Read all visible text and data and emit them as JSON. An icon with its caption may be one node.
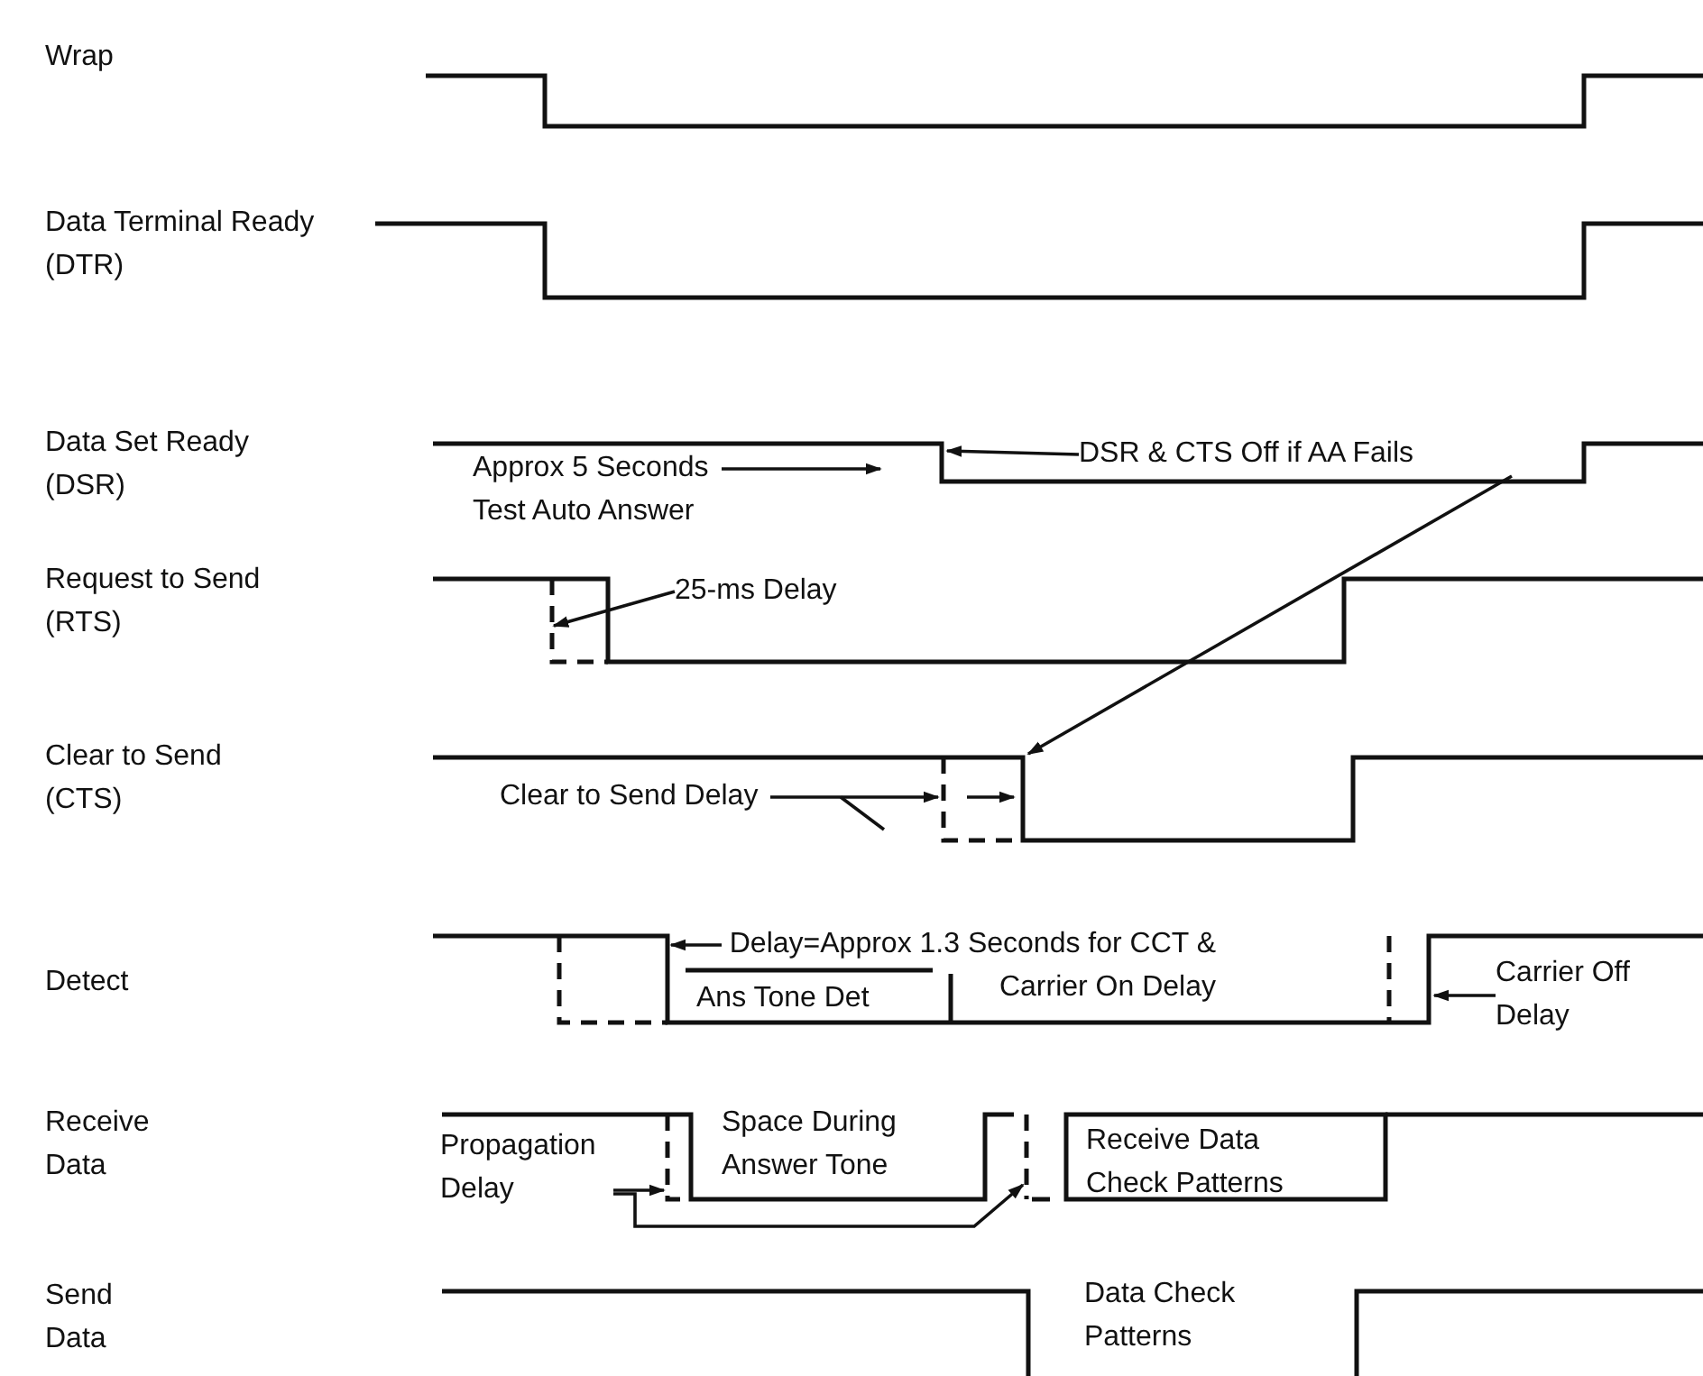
{
  "diagram": {
    "nodes": [
      {
        "text": [
          "Approx 5 Seconds Test Auto Answer"
        ]
      },
      {
        "text": [
          "DSR & CTS Off if AA Fails"
        ]
      },
      {
        "text": [
          "25-ms Delay"
        ]
      },
      {
        "text": [
          "Clear to Send Delay"
        ]
      },
      {
        "text": [
          "Delay=Approx 1.3 Seconds for CCT & Carrier On Delay"
        ]
      },
      {
        "text": [
          "Carrier Off Delay"
        ]
      },
      {
        "text": [
          "Propagation Delay"
        ]
      }
    ],
    "edges": [
      {
        "from": 0,
        "to": null,
        "arrow": "to"
      },
      {
        "from": 1,
        "to": null,
        "arrow": "to"
      },
      {
        "from": 1,
        "to": null,
        "arrow": "to"
      },
      {
        "from": 2,
        "to": null,
        "arrow": "to"
      },
      {
        "from": 3,
        "to": null,
        "arrow": "to"
      },
      {
        "from": 4,
        "to": null,
        "arrow": "to"
      },
      {
        "from": 5,
        "to": null,
        "arrow": "to"
      },
      {
        "from": 6,
        "to": null,
        "arrow": "to"
      },
      {
        "from": 6,
        "to": null,
        "arrow": "to"
      }
    ],
    "labels": [
      "Wrap",
      "Data Terminal Ready (DTR)",
      "Data Set Ready (DSR)",
      "Request to Send (RTS)",
      "Clear to Send (CTS)",
      "Detect",
      "Ans Tone Det",
      "Receive Data",
      "Space During Answer Tone",
      "Receive Data Check Patterns",
      "Send Data",
      "Data Check Patterns"
    ]
  }
}
